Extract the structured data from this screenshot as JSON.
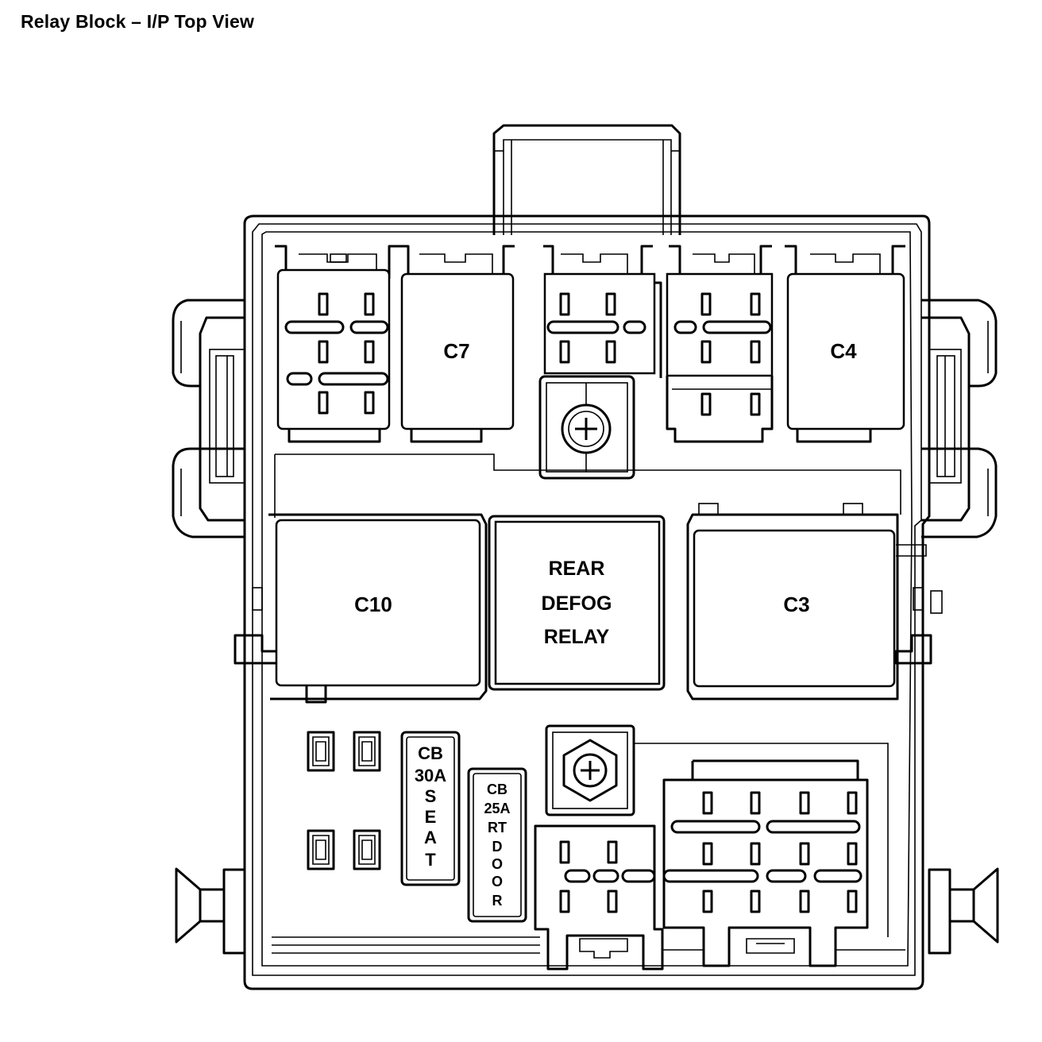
{
  "title": "Relay Block – I/P Top View",
  "labels": {
    "c7": "C7",
    "c4": "C4",
    "c10": "C10",
    "c3": "C3",
    "rear_defog": [
      "REAR",
      "DEFOG",
      "RELAY"
    ],
    "cb_seat": [
      "CB",
      "30A",
      "S",
      "E",
      "A",
      "T"
    ],
    "cb_rt_door": [
      "CB",
      "25A",
      "RT",
      "D",
      "O",
      "O",
      "R"
    ]
  }
}
